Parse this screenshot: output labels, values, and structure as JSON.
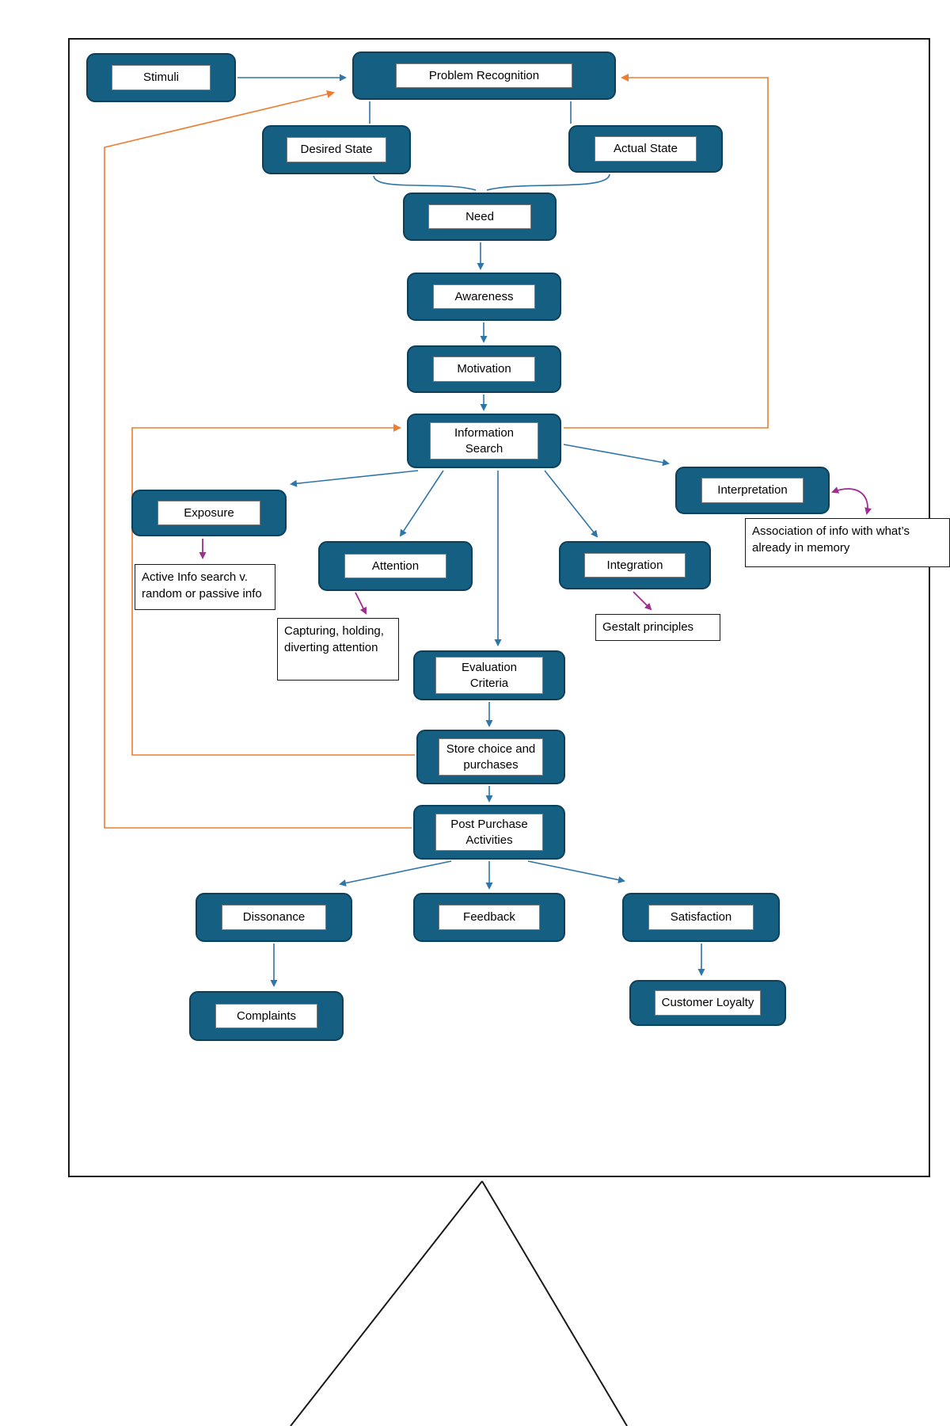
{
  "diagram": {
    "nodes": {
      "stimuli": "Stimuli",
      "problem_recognition": "Problem Recognition",
      "desired_state": "Desired State",
      "actual_state": "Actual State",
      "need": "Need",
      "awareness": "Awareness",
      "motivation": "Motivation",
      "information_search": "Information Search",
      "exposure": "Exposure",
      "attention": "Attention",
      "integration": "Integration",
      "interpretation": "Interpretation",
      "evaluation_criteria": "Evaluation Criteria",
      "store_choice": "Store choice and purchases",
      "post_purchase": "Post Purchase Activities",
      "dissonance": "Dissonance",
      "feedback": "Feedback",
      "satisfaction": "Satisfaction",
      "complaints": "Complaints",
      "customer_loyalty": "Customer Loyalty"
    },
    "annotations": {
      "active_info": "Active Info search v. random or passive info",
      "capturing": "Capturing, holding, diverting attention",
      "gestalt": "Gestalt principles",
      "association": "Association of info with what’s already in memory"
    },
    "edges": [
      {
        "from": "stimuli",
        "to": "problem_recognition",
        "color": "blue"
      },
      {
        "from": "problem_recognition",
        "to": "desired_state",
        "color": "blue"
      },
      {
        "from": "problem_recognition",
        "to": "actual_state",
        "color": "blue"
      },
      {
        "from": "desired_state",
        "to": "need",
        "color": "blue"
      },
      {
        "from": "actual_state",
        "to": "need",
        "color": "blue"
      },
      {
        "from": "need",
        "to": "awareness",
        "color": "blue"
      },
      {
        "from": "awareness",
        "to": "motivation",
        "color": "blue"
      },
      {
        "from": "motivation",
        "to": "information_search",
        "color": "blue"
      },
      {
        "from": "information_search",
        "to": "exposure",
        "color": "blue"
      },
      {
        "from": "information_search",
        "to": "attention",
        "color": "blue"
      },
      {
        "from": "information_search",
        "to": "evaluation_criteria",
        "color": "blue"
      },
      {
        "from": "information_search",
        "to": "integration",
        "color": "blue"
      },
      {
        "from": "information_search",
        "to": "interpretation",
        "color": "blue"
      },
      {
        "from": "evaluation_criteria",
        "to": "store_choice",
        "color": "blue"
      },
      {
        "from": "store_choice",
        "to": "post_purchase",
        "color": "blue"
      },
      {
        "from": "post_purchase",
        "to": "dissonance",
        "color": "blue"
      },
      {
        "from": "post_purchase",
        "to": "feedback",
        "color": "blue"
      },
      {
        "from": "post_purchase",
        "to": "satisfaction",
        "color": "blue"
      },
      {
        "from": "dissonance",
        "to": "complaints",
        "color": "blue"
      },
      {
        "from": "satisfaction",
        "to": "customer_loyalty",
        "color": "blue"
      },
      {
        "from": "exposure",
        "to": "active_info",
        "color": "purple"
      },
      {
        "from": "attention",
        "to": "capturing",
        "color": "purple"
      },
      {
        "from": "integration",
        "to": "gestalt",
        "color": "purple"
      },
      {
        "from": "interpretation",
        "to": "association",
        "color": "purple",
        "bidirectional": true
      },
      {
        "from": "information_search",
        "to": "problem_recognition",
        "color": "orange"
      },
      {
        "from": "store_choice",
        "to": "information_search",
        "color": "orange"
      },
      {
        "from": "post_purchase",
        "to": "problem_recognition",
        "color": "orange"
      }
    ],
    "colors": {
      "node_fill": "#156082",
      "node_border": "#0c405a",
      "arrow_blue": "#2e75a8",
      "arrow_orange": "#ed7d31",
      "arrow_purple": "#a02b93"
    }
  }
}
